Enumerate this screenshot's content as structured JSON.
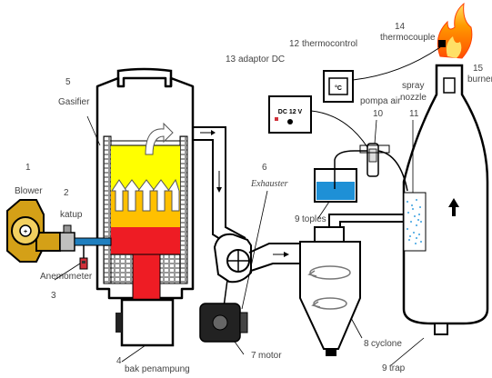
{
  "labels": {
    "blower_num": "1",
    "blower": "Blower",
    "katup_num": "2",
    "katup": "katup",
    "anemometer": "Anemometer",
    "anemometer_num": "3",
    "bak_num": "4",
    "bak": "bak penampung",
    "gasifier_num": "5",
    "gasifier": "Gasifier",
    "exhauster_num": "6",
    "exhauster": "Exhauster",
    "motor_num": "7",
    "motor": "motor",
    "cyclone_num": "8",
    "cyclone": "cyclone",
    "toples_num": "9",
    "toples": "toples",
    "trap_num": "9",
    "trap": "trap",
    "pompa_num": "10",
    "pompa": "pompa air",
    "nozzle_num": "11",
    "spray": "spray",
    "nozzle": "nozzle",
    "thermocontrol_num": "12",
    "thermocontrol": "thermocontrol",
    "adaptor_num": "13",
    "adaptor": "adaptor DC",
    "thermocouple_num": "14",
    "thermocouple": "thermocouple",
    "burner_num": "15",
    "burner": "burner",
    "dc_display": "DC 12 V",
    "celsius": "°C"
  },
  "colors": {
    "flame_top": "#ffff00",
    "flame_middle": "#ffc000",
    "flame_bottom": "#ee1c24",
    "pipe_blue": "#1f7fbf",
    "water": "#1e90d6",
    "spray_dots": "#3aa0e0",
    "fire": "#ff6a00",
    "blower": "#d4a017"
  }
}
